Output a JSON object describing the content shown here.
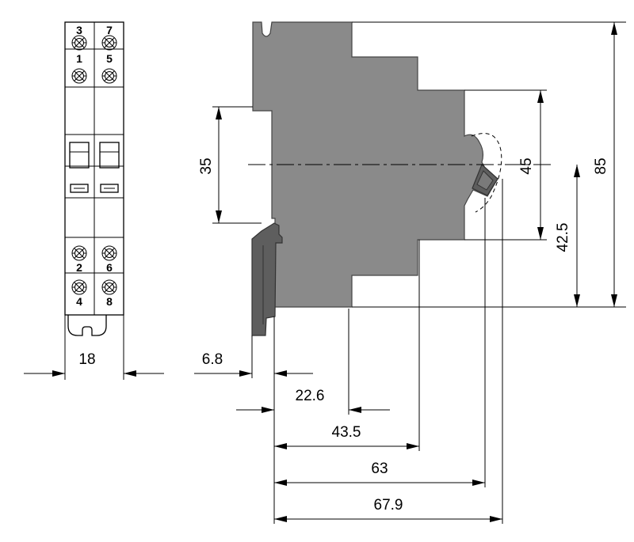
{
  "front_view": {
    "terminals_top_row1": [
      "3",
      "7"
    ],
    "terminals_top_row2": [
      "1",
      "5"
    ],
    "terminals_bottom_row1": [
      "2",
      "6"
    ],
    "terminals_bottom_row2": [
      "4",
      "8"
    ],
    "width_label": "18"
  },
  "side_view": {
    "dim_rail_height": "35",
    "dim_front_height": "45",
    "dim_center_to_base": "42.5",
    "dim_total_height": "85",
    "dim_rail_offset": "6.8",
    "dim_depth_1": "22.6",
    "dim_depth_2": "43.5",
    "dim_depth_3": "63",
    "dim_depth_4": "67.9"
  },
  "colors": {
    "body": "#8a8a8a",
    "clip": "#5e5e5e",
    "line": "#000000"
  }
}
